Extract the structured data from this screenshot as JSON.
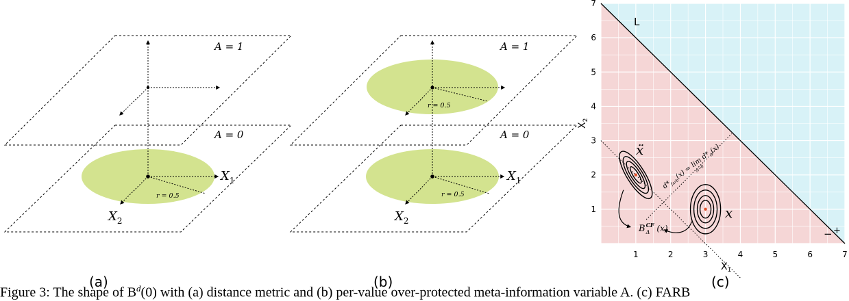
{
  "panel_a": {
    "label": "(a)",
    "plane_top": "A = 1",
    "plane_bottom": "A = 0",
    "axis_x1": "X",
    "axis_x1_sub": "1",
    "axis_x2": "X",
    "axis_x2_sub": "2",
    "radius_label": "r = 0.5",
    "ellipse_color": "#d3e38f"
  },
  "panel_b": {
    "label": "(b)",
    "plane_top": "A = 1",
    "plane_bottom": "A = 0",
    "axis_x1": "X",
    "axis_x1_sub": "1",
    "axis_x2": "X",
    "axis_x2_sub": "2",
    "radius_label_top": "r = 0.5",
    "radius_label_bottom": "r = 0.5",
    "ellipse_color": "#d3e38f"
  },
  "panel_c": {
    "label": "(c)",
    "region_L": "L",
    "marker_plus": "+",
    "marker_minus": "−",
    "point_x": "x",
    "point_xddot": "ẍ",
    "ball_label": "B",
    "ball_sup": "CF",
    "ball_sub": "Δ",
    "ball_arg": "(x)",
    "diag_label": "d*",
    "diag_label_sub": "farb",
    "diag_label_rest": "(x) = lim d*",
    "diag_label_rest_sub": "Δ",
    "diag_label_end": "(x)",
    "diag_lim_sub": "Δ→0",
    "colors": {
      "region_positive": "#f5d6d6",
      "region_negative": "#d8f2f7",
      "grid": "#ffffff"
    }
  },
  "caption_text": "Figure 3: The shape of B",
  "caption_sup": "d",
  "caption_rest": "(0) with (a) distance metric and (b) per-value over-protected meta-information variable A. (c) FARB",
  "chart_data": {
    "type": "scatter",
    "title": "",
    "xlabel": "X₁",
    "ylabel": "X₂",
    "xlim": [
      0,
      7
    ],
    "ylim": [
      0,
      7
    ],
    "xticks": [
      "0",
      "1",
      "2",
      "3",
      "4",
      "5",
      "6",
      "7"
    ],
    "yticks": [
      "0",
      "1",
      "2",
      "3",
      "4",
      "5",
      "6",
      "7"
    ],
    "xticks_shown": [
      "1",
      "2",
      "3",
      "4",
      "5",
      "6",
      "7"
    ],
    "yticks_shown": [
      "1",
      "2",
      "3",
      "4",
      "5",
      "6",
      "7"
    ],
    "grid": true,
    "boundary_line": {
      "x": [
        0,
        7
      ],
      "y": [
        7,
        0
      ]
    },
    "series": [
      {
        "name": "x",
        "x": [
          3
        ],
        "y": [
          1
        ]
      },
      {
        "name": "ẍ",
        "x": [
          1
        ],
        "y": [
          2
        ]
      }
    ]
  }
}
